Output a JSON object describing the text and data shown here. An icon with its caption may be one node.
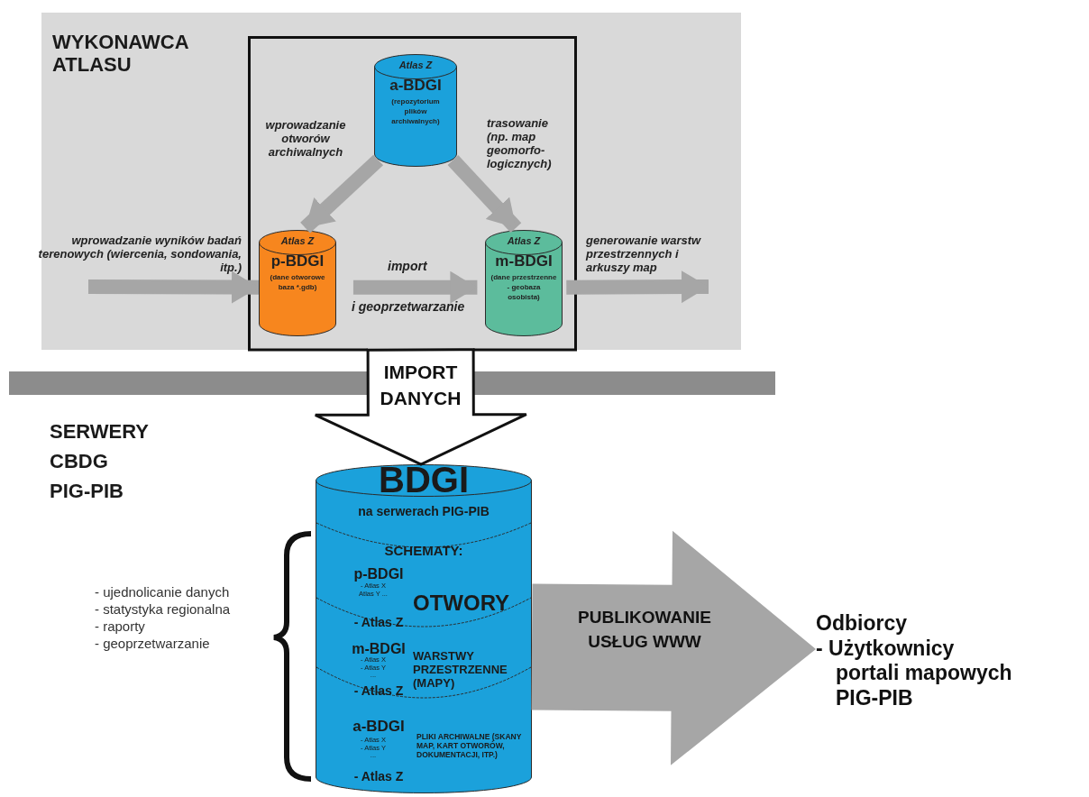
{
  "diagram": {
    "nodes": [
      {
        "text": [
          "WYKONAWCA ATLASU"
        ]
      },
      {
        "text": [],
        "shape": "box",
        "in": 0
      },
      {
        "text": [
          "Atlas Z",
          "a-BDGI",
          "(repozytorium plików archiwalnych)"
        ],
        "in": 1
      },
      {
        "text": [
          "Atlas Z",
          "p-BDGI",
          "(dane otworowe baza *.gdb)"
        ],
        "in": 1
      },
      {
        "text": [
          "Atlas Z",
          "m-BDGI",
          "(dane przestrzenne - geobaza osobista)"
        ],
        "in": 1
      },
      {
        "text": [
          "BDGI",
          "na serwerach PIG-PIB",
          "SCHEMATY:",
          "p-BDGI",
          "- Atlas X Atlas Y ...",
          "- Atlas Z",
          "OTWORY",
          "m-BDGI",
          "- Atlas X - Atlas Y ...",
          "- Atlas Z",
          "WARSTWY PRZESTRZENNE (MAPY)",
          "a-BDGI",
          "- Atlas X - Atlas Y ...",
          "- Atlas Z",
          "PLIKI ARCHIWALNE (SKANY MAP, KART OTWORÓW, DOKUMENTACJI, ITP.)"
        ]
      },
      {
        "text": [
          "Odbiorcy",
          "- Użytkownicy portali mapowych PIG-PIB"
        ]
      },
      {
        "text": [],
        "shape": "bar"
      }
    ],
    "edges": [
      {
        "from": 2,
        "to": 3,
        "arrow": "to",
        "label": "wprowadzanie otworów archiwalnych"
      },
      {
        "from": 2,
        "to": 4,
        "arrow": "to",
        "label": "trasowanie (np. map geomorfo- logicznych)"
      },
      {
        "from": null,
        "to": 3,
        "arrow": "to",
        "label": "wprowadzanie wyników badań terenowych (wiercenia, sondowania, itp.)"
      },
      {
        "from": 3,
        "to": 4,
        "arrow": "to",
        "label": "import"
      },
      {
        "from": 4,
        "to": null,
        "arrow": "to",
        "label": "generowanie warstw przestrzennych i arkuszy map"
      },
      {
        "from": 1,
        "to": 5,
        "arrow": "to",
        "label": "IMPORT DANYCH",
        "style": "thick",
        "color": "#ffffff"
      },
      {
        "from": 5,
        "to": 6,
        "arrow": "to",
        "label": "PUBLIKOWANIE USŁUG WWW",
        "style": "thick"
      }
    ],
    "labels": [
      "i geoprzetwarzanie",
      "SERWERY CBDG PIG-PIB",
      "- ujednolicanie danych",
      "- statystyka regionalna",
      "- raporty",
      "- geoprzetwarzanie"
    ]
  }
}
